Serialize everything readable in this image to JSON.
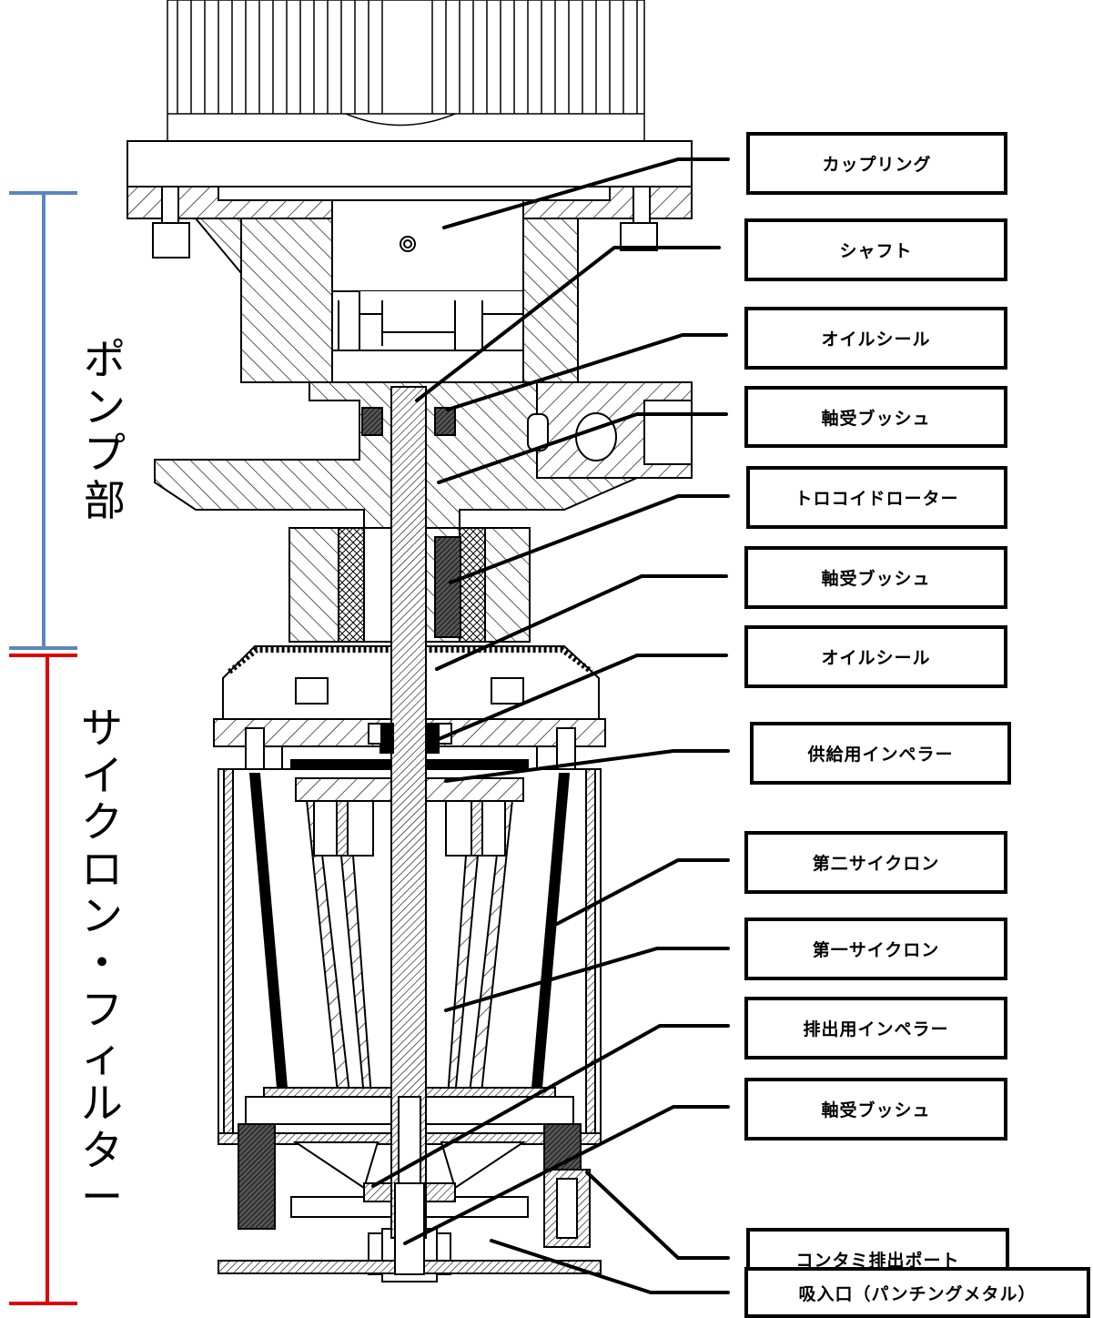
{
  "sections": [
    {
      "id": "pump",
      "label": "ポンプ部",
      "color": "#5b86bf"
    },
    {
      "id": "cyclone",
      "label": "サイクロン・フィルター",
      "color": "#e00000"
    }
  ],
  "callouts": [
    {
      "text": "カップリング"
    },
    {
      "text": "シャフト"
    },
    {
      "text": "オイルシール"
    },
    {
      "text": "軸受ブッシュ"
    },
    {
      "text": "トロコイドローター"
    },
    {
      "text": "軸受ブッシュ"
    },
    {
      "text": "オイルシール"
    },
    {
      "text": "供給用インペラー"
    },
    {
      "text": "第二サイクロン"
    },
    {
      "text": "第一サイクロン"
    },
    {
      "text": "排出用インペラー"
    },
    {
      "text": "軸受ブッシュ"
    },
    {
      "text": "コンタミ排出ポート"
    },
    {
      "text": "吸入口（パンチングメタル）"
    }
  ]
}
